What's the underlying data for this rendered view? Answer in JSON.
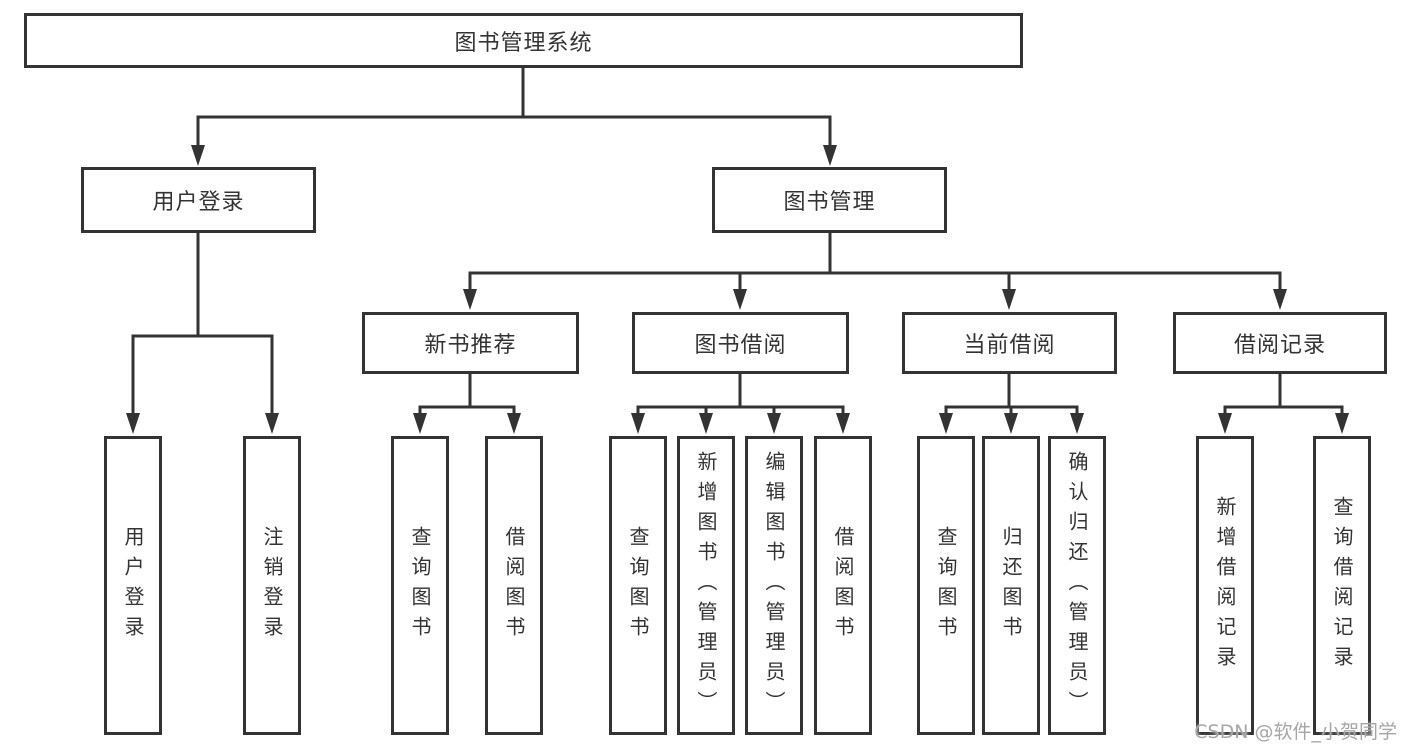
{
  "colors": {
    "line": "#333333",
    "text": "#333333",
    "background": "#ffffff",
    "watermark": "#a6a6a6"
  },
  "watermark": {
    "text": "CSDN @软件_小贺同学"
  },
  "tree": {
    "root": {
      "label": "图书管理系统"
    },
    "branches": [
      {
        "label": "用户登录",
        "children": [
          {
            "label": "用户登录"
          },
          {
            "label": "注销登录"
          }
        ]
      },
      {
        "label": "图书管理",
        "groups": [
          {
            "label": "新书推荐",
            "children": [
              {
                "label": "查询图书"
              },
              {
                "label": "借阅图书"
              }
            ]
          },
          {
            "label": "图书借阅",
            "children": [
              {
                "label": "查询图书"
              },
              {
                "label": "新增图书（管理员）"
              },
              {
                "label": "编辑图书（管理员）"
              },
              {
                "label": "借阅图书"
              }
            ]
          },
          {
            "label": "当前借阅",
            "children": [
              {
                "label": "查询图书"
              },
              {
                "label": "归还图书"
              },
              {
                "label": "确认归还（管理员）"
              }
            ]
          },
          {
            "label": "借阅记录",
            "children": [
              {
                "label": "新增借阅记录"
              },
              {
                "label": "查询借阅记录"
              }
            ]
          }
        ]
      }
    ]
  }
}
